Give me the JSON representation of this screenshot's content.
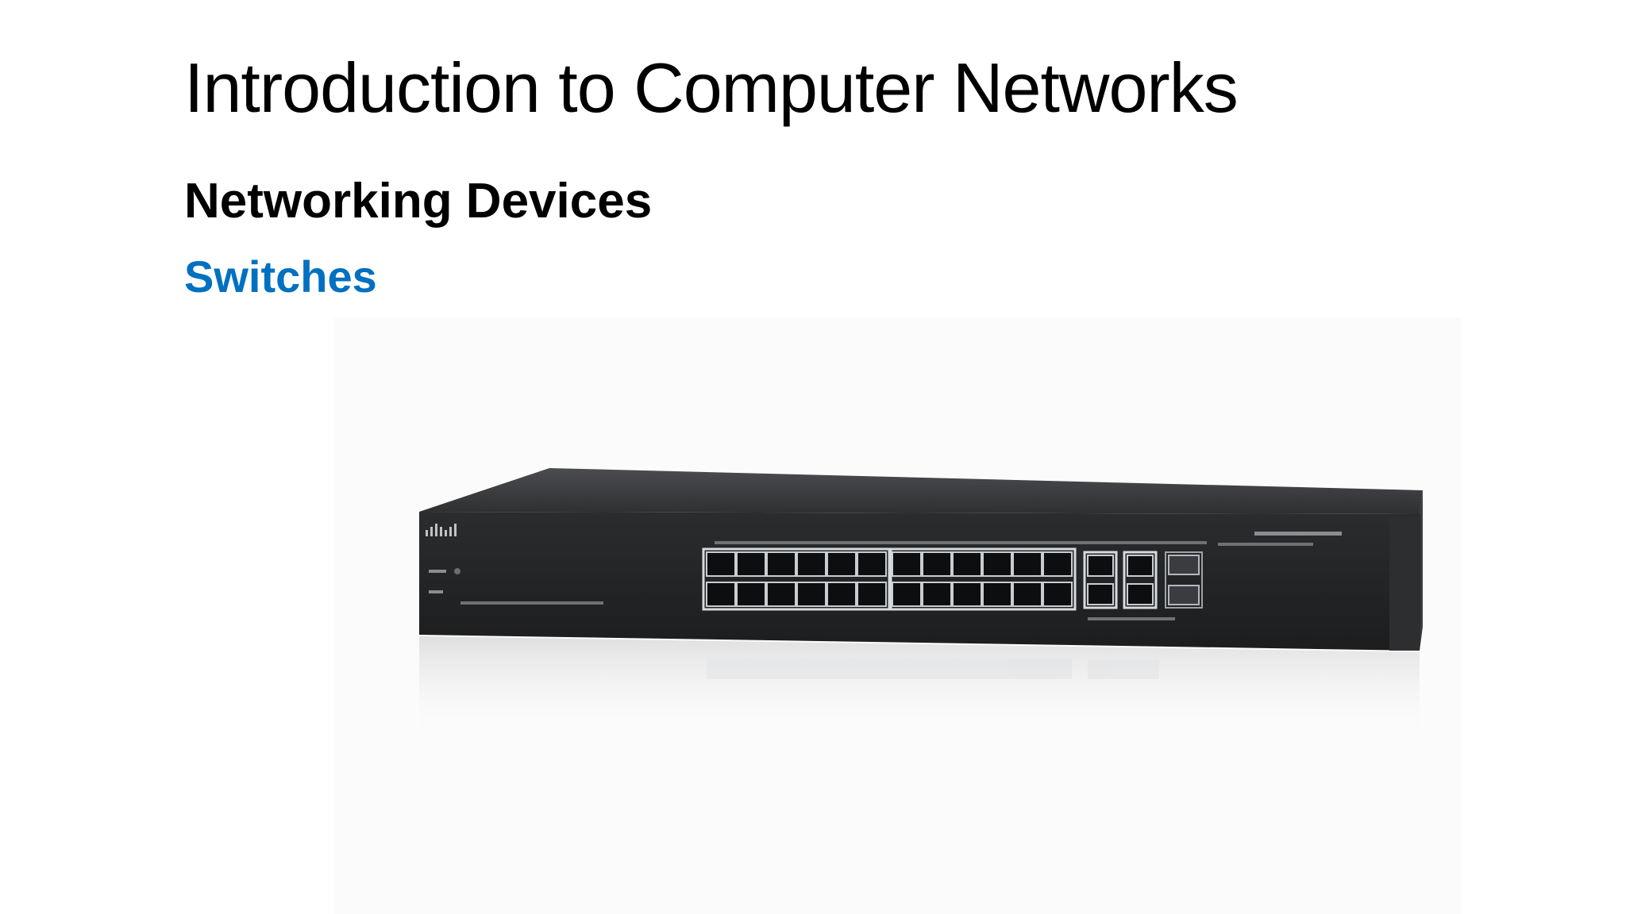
{
  "slide": {
    "title": "Introduction to Computer Networks",
    "subtitle": "Networking Devices",
    "section": "Switches",
    "section_color": "#0070c0"
  },
  "image": {
    "icon": "network-switch-photo"
  }
}
